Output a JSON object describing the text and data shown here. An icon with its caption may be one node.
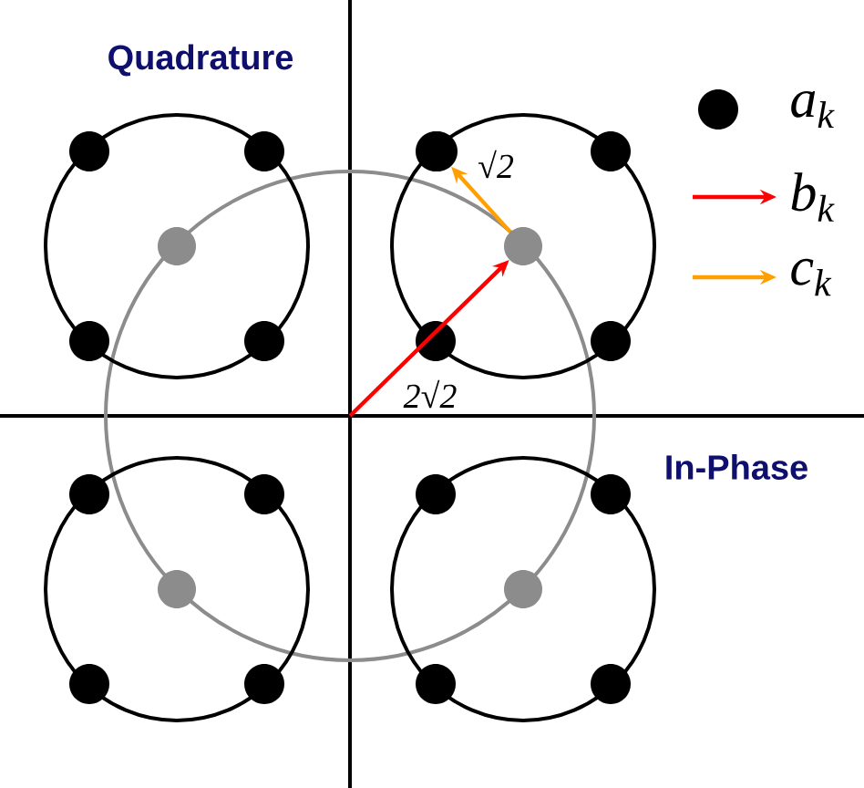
{
  "diagram": {
    "nodes": [
      {
        "text": [],
        "shape": "circle"
      },
      {
        "text": [],
        "shape": "circle"
      }
    ],
    "edges": [
      {
        "from": null,
        "to": 0,
        "arrow": "to",
        "label": "2√2",
        "color": "#ff0000"
      },
      {
        "from": 0,
        "to": 1,
        "arrow": "to",
        "label": "√2",
        "color": "#ffa000"
      }
    ],
    "labels": [
      "Quadrature",
      "In-Phase"
    ],
    "legend": [
      {
        "text": "a$_{k}$"
      },
      {
        "text": "b$_{k}$"
      },
      {
        "text": "c$_{k}$"
      }
    ]
  }
}
